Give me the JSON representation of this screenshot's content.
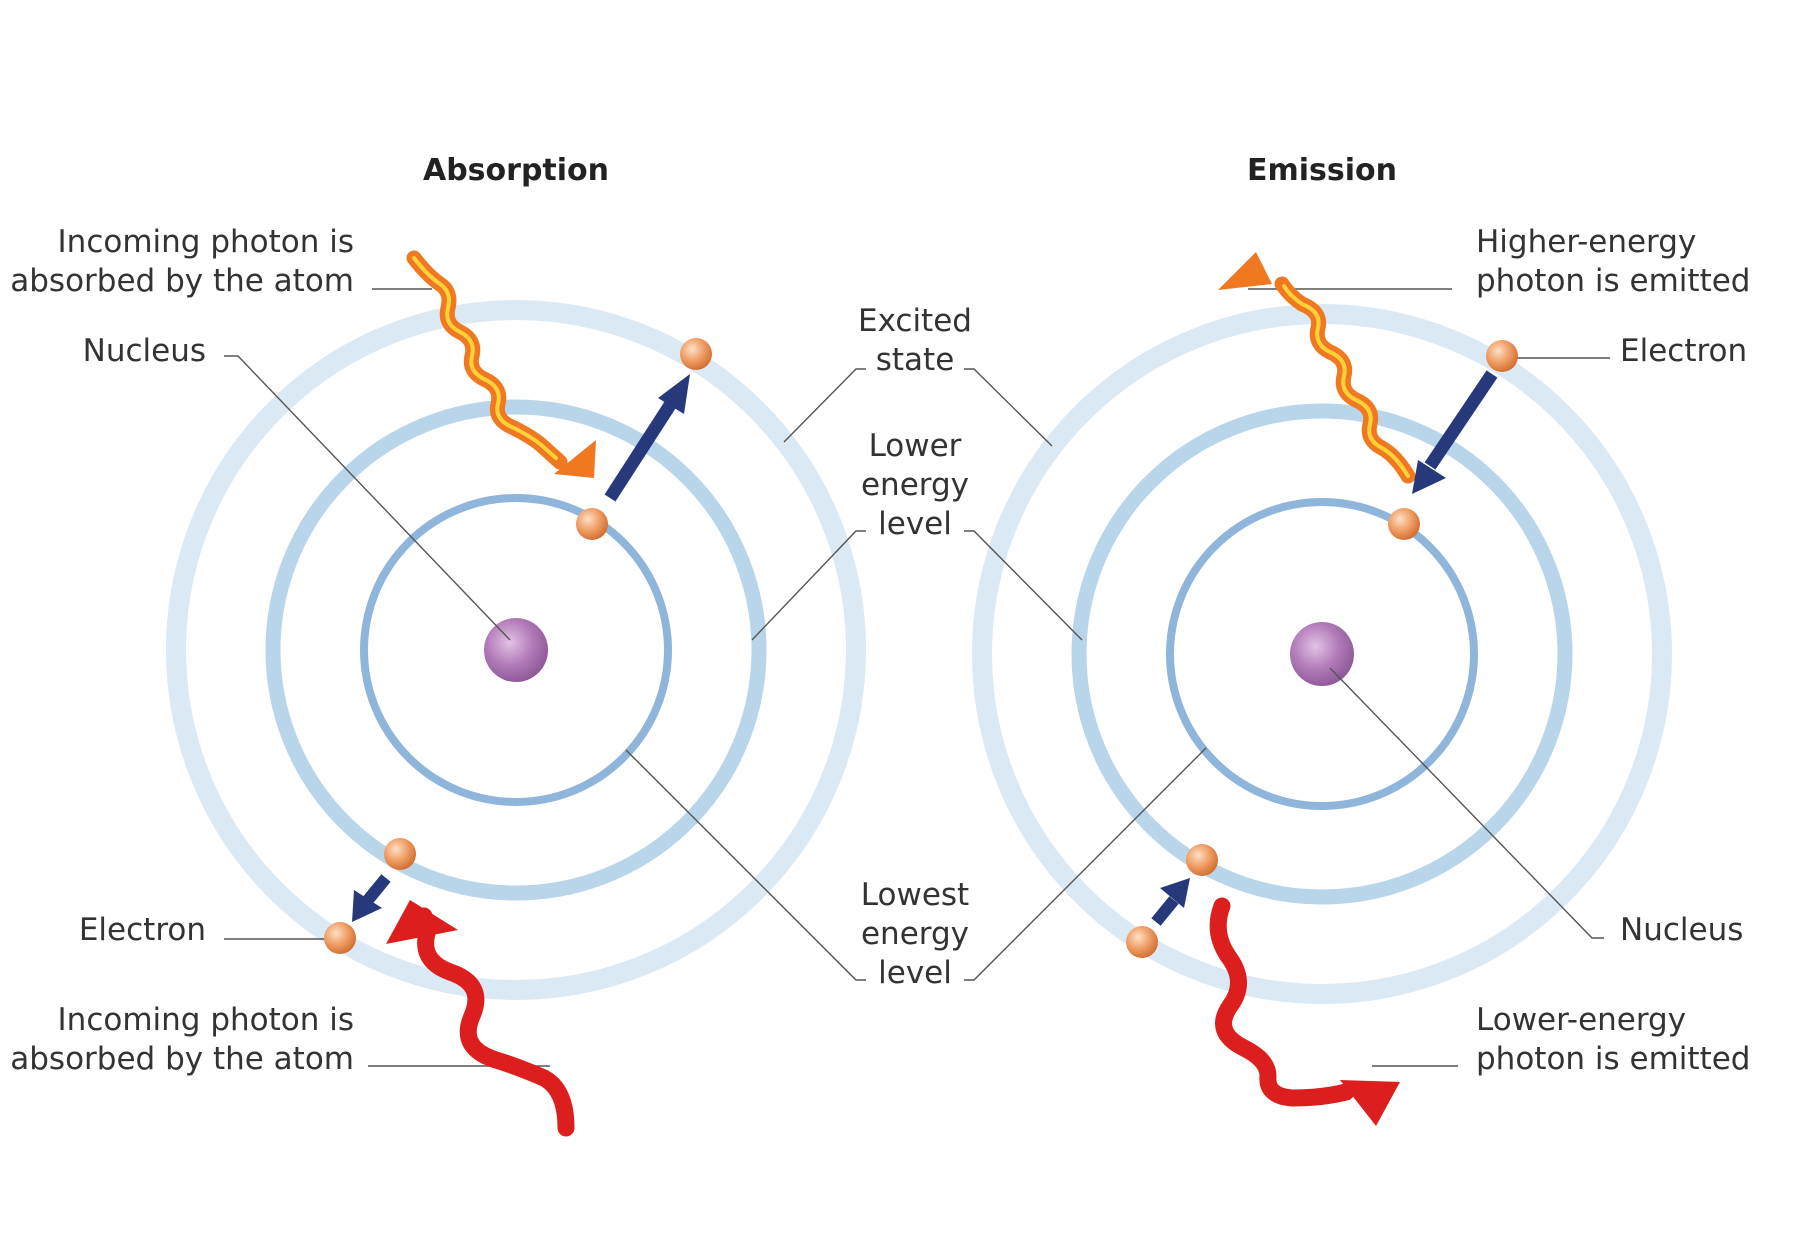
{
  "titles": {
    "absorption": "Absorption",
    "emission": "Emission"
  },
  "absorption": {
    "label_photon_top_1": "Incoming photon is",
    "label_photon_top_2": "absorbed by the atom",
    "label_nucleus": "Nucleus",
    "label_electron": "Electron",
    "label_photon_bottom_1": "Incoming photon is",
    "label_photon_bottom_2": "absorbed by the atom"
  },
  "emission": {
    "label_photon_top_1": "Higher-energy",
    "label_photon_top_2": "photon is emitted",
    "label_electron": "Electron",
    "label_nucleus": "Nucleus",
    "label_photon_bottom_1": "Lower-energy",
    "label_photon_bottom_2": "photon is emitted"
  },
  "center_labels": {
    "excited_1": "Excited",
    "excited_2": "state",
    "lower_1": "Lower",
    "lower_2": "energy",
    "lower_3": "level",
    "lowest_1": "Lowest",
    "lowest_2": "energy",
    "lowest_3": "level"
  },
  "colors": {
    "orbit_outer": "#dbe9f4",
    "orbit_middle": "#b9d5ea",
    "orbit_inner": "#8fb5db",
    "nucleus": "#b27bb8",
    "electron": "#e8894a",
    "arrow_blue": "#27397a",
    "photon_orange": "#f07820",
    "photon_red": "#dd1e1e"
  }
}
